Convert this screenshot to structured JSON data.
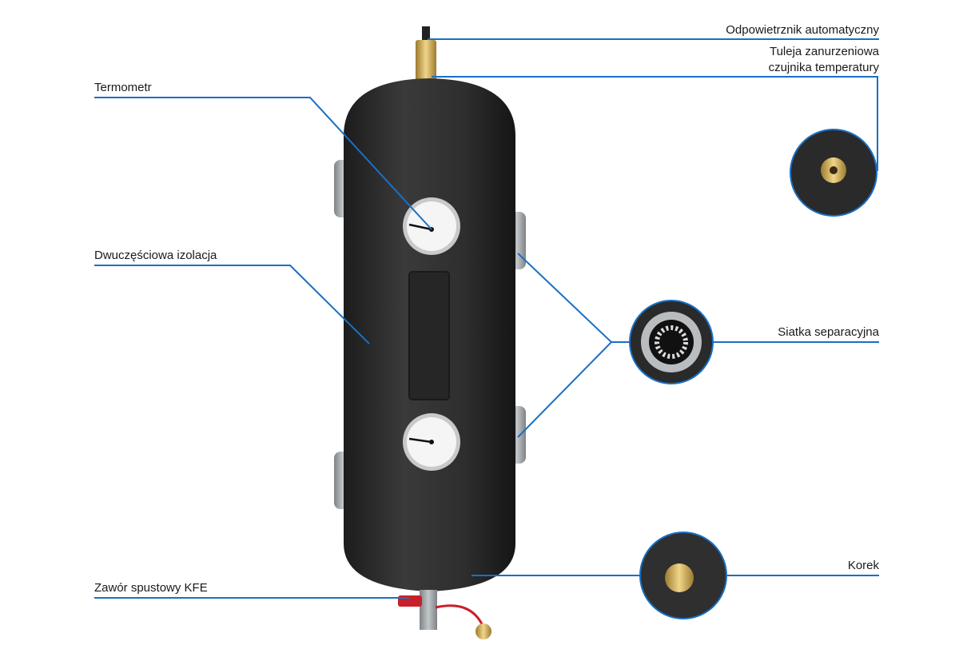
{
  "labels": {
    "air_vent": "Odpowietrznik automatyczny",
    "sensor_sleeve_line1": "Tuleja zanurzeniowa",
    "sensor_sleeve_line2": "czujnika temperatury",
    "thermometer": "Termometr",
    "insulation": "Dwuczęściowa izolacja",
    "separation_mesh": "Siatka separacyjna",
    "plug": "Korek",
    "drain_valve": "Zawór spustowy KFE"
  },
  "colors": {
    "leader_line": "#1a6fc4",
    "insulation": "#2b2b2b",
    "brass": "#c9a24a",
    "valve_handle": "#c8202a"
  }
}
